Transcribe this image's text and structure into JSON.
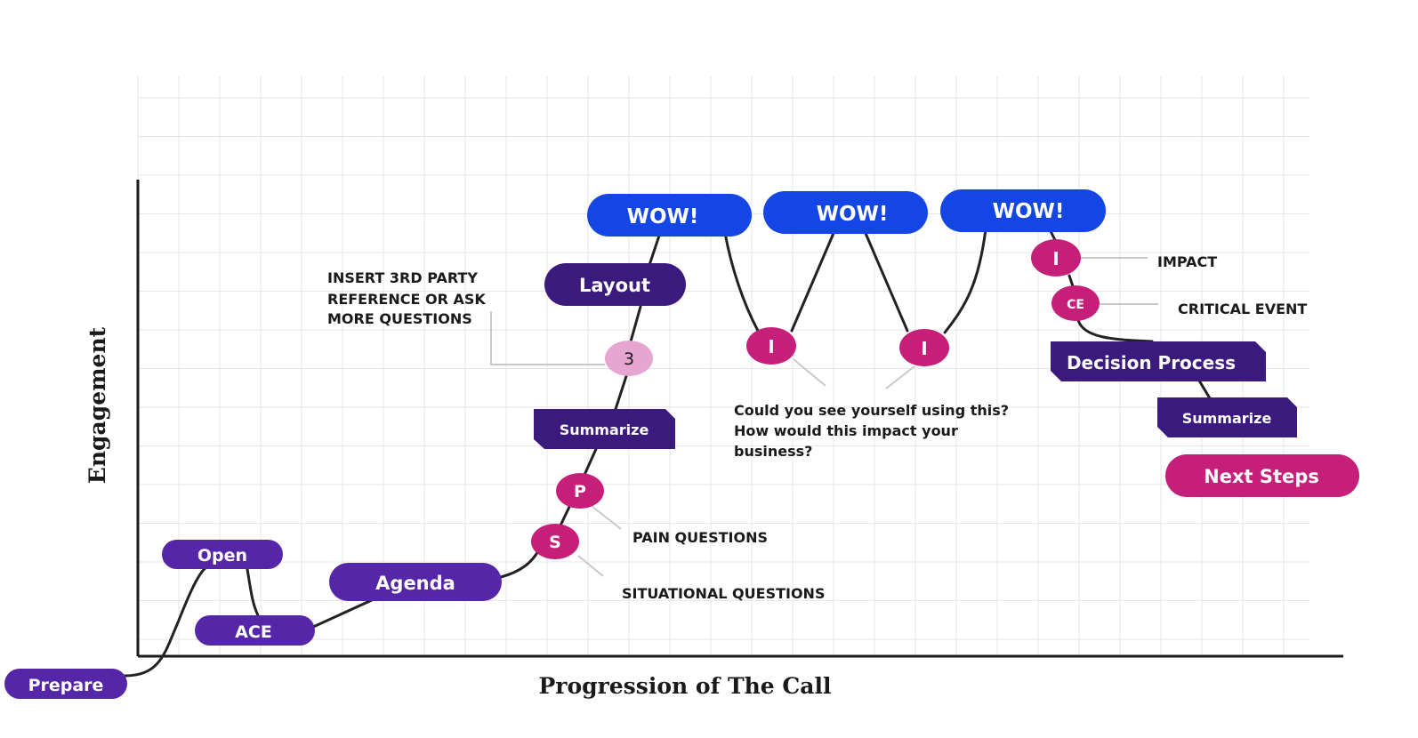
{
  "axes": {
    "x_title": "Progression of The Call",
    "y_title": "Engagement"
  },
  "stages": {
    "prepare": "Prepare",
    "open": "Open",
    "ace": "ACE",
    "agenda": "Agenda",
    "summarize_1": "Summarize",
    "layout": "Layout",
    "wow_1": "WOW!",
    "wow_2": "WOW!",
    "wow_3": "WOW!",
    "decision_process": "Decision Process",
    "summarize_2": "Summarize",
    "next_steps": "Next Steps"
  },
  "markers": {
    "s": "S",
    "p": "P",
    "three": "3",
    "i_1": "I",
    "i_2": "I",
    "i_3": "I",
    "ce": "CE"
  },
  "notes": {
    "situational": "SITUATIONAL QUESTIONS",
    "pain": "PAIN QUESTIONS",
    "third_party": [
      "INSERT 3RD PARTY",
      "REFERENCE OR ASK",
      "MORE QUESTIONS"
    ],
    "impact_questions": [
      "Could you see yourself using this?",
      "How would this impact your",
      "business?"
    ],
    "impact": "IMPACT",
    "critical_event": "CRITICAL EVENT"
  },
  "colors": {
    "purple": "#5527a8",
    "dark_purple": "#3b1a7e",
    "blue": "#1446e6",
    "magenta": "#c51f7a",
    "pink_light": "#e7a6d2",
    "grid": "#e6e6e6",
    "line": "#222222"
  }
}
